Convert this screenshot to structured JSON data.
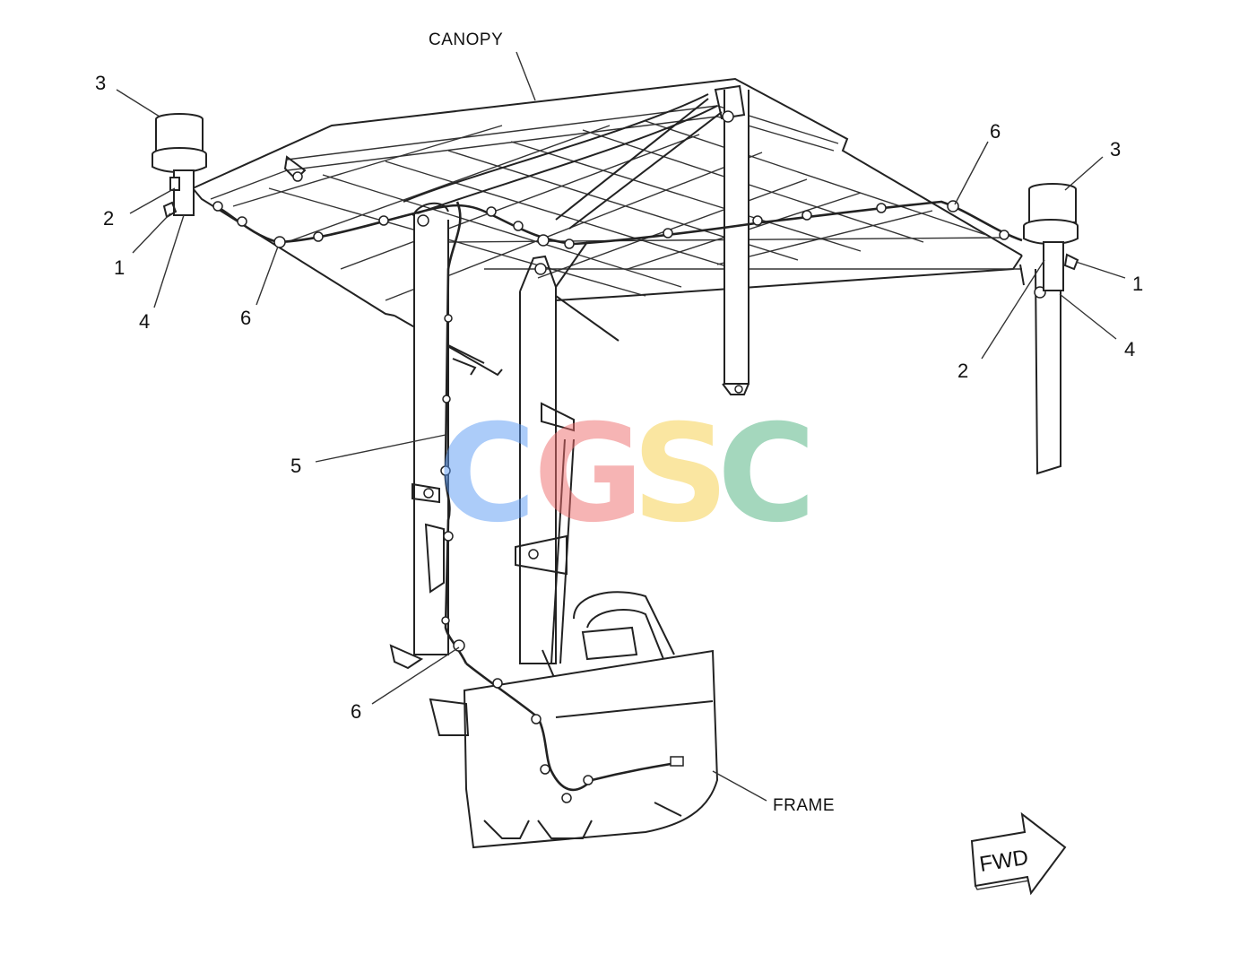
{
  "labels": {
    "canopy": "CANOPY",
    "frame": "FRAME",
    "fwd": "FWD"
  },
  "callouts": {
    "one": "1",
    "two": "2",
    "three": "3",
    "four": "4",
    "five": "5",
    "six": "6"
  },
  "watermark": {
    "letters": [
      "C",
      "G",
      "S",
      "C"
    ],
    "colors": [
      "#5b9bf5",
      "#ee6b6b",
      "#f6cf45",
      "#4bb07e"
    ]
  }
}
